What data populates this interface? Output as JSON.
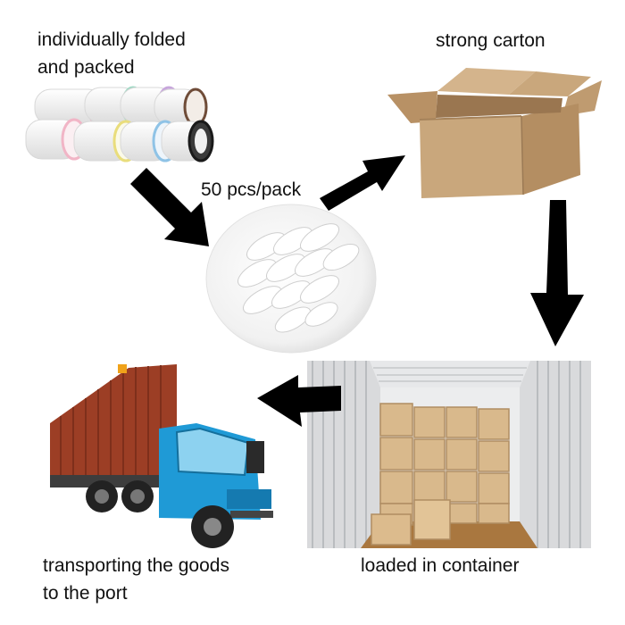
{
  "labels": {
    "folded": [
      "individually folded",
      "and packed"
    ],
    "pack": "50 pcs/pack",
    "carton": "strong carton",
    "container": "loaded in container",
    "transport": [
      "transporting the goods",
      "to the port"
    ]
  },
  "colors": {
    "arrow": "#000000",
    "carton": "#c9a77c",
    "container": "#9c3e25",
    "cab": "#1f9ad6"
  }
}
